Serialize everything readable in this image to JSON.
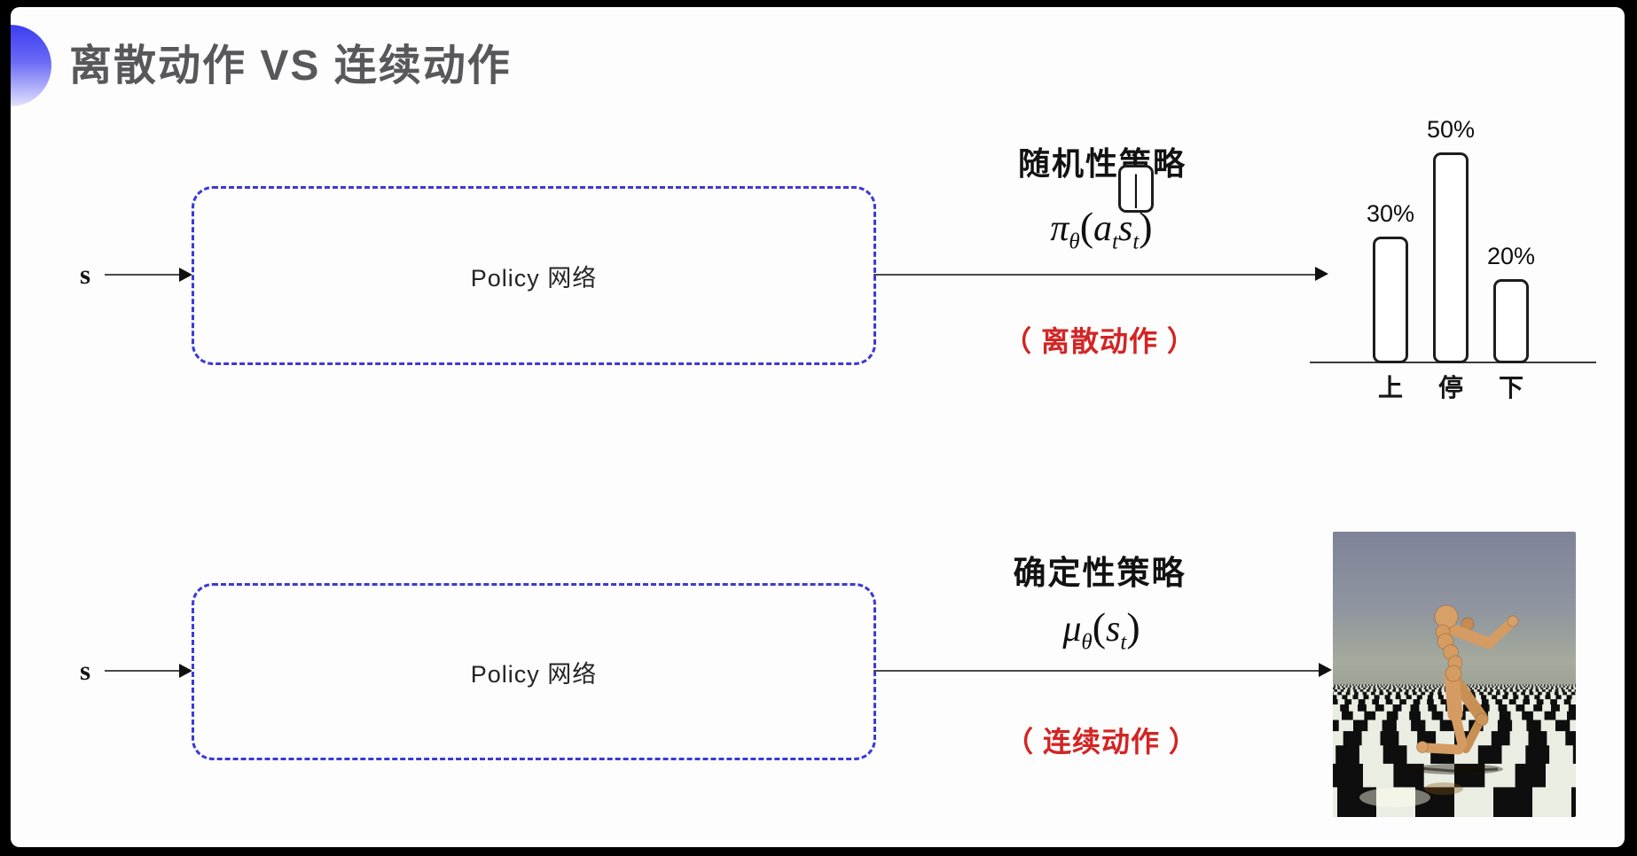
{
  "slide": {
    "title": "离散动作 VS 连续动作"
  },
  "top_row": {
    "input": "s",
    "box": "Policy 网络",
    "policy": "随机性策略",
    "formula": {
      "base": "π",
      "base_sub": "θ",
      "open": "(",
      "a": "a",
      "a_sub": "t",
      "bar": "|",
      "s": "s",
      "s_sub": "t",
      "close": ")"
    },
    "action": "（ 离散动作 ）"
  },
  "bottom_row": {
    "input": "s",
    "box": "Policy 网络",
    "policy": "确定性策略",
    "formula": {
      "base": "μ",
      "base_sub": "θ",
      "open": "(",
      "s": "s",
      "s_sub": "t",
      "close": ")"
    },
    "action": "（ 连续动作 ）"
  },
  "chart_data": {
    "type": "bar",
    "categories": [
      "上",
      "停",
      "下"
    ],
    "values": [
      30,
      50,
      20
    ],
    "value_labels": [
      "30%",
      "50%",
      "20%"
    ],
    "title": "",
    "xlabel": "",
    "ylabel": "",
    "ylim": [
      0,
      55
    ],
    "grid": false,
    "legend": false
  },
  "colors": {
    "dashed_box": "#3a3ad6",
    "action_red": "#d32424",
    "title_gray": "#58585a",
    "arrow_line": "#4a4a4a",
    "accent_blue_top": "#3c3cf2",
    "accent_blue_bottom": "#e2e2fd"
  }
}
